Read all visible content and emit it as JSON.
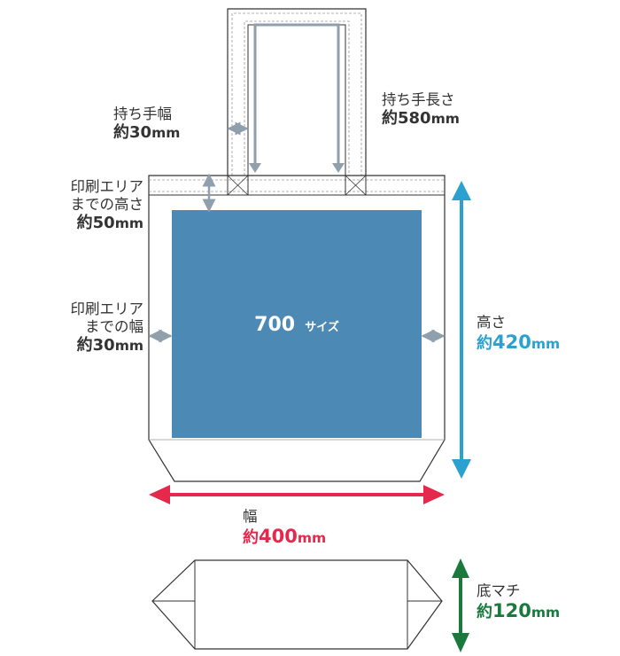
{
  "print_area": {
    "label": "700",
    "suffix": "サイズ",
    "color": "#4d89b5"
  },
  "handle_width": {
    "label": "持ち手幅",
    "prefix": "約",
    "value": "30",
    "unit": "mm"
  },
  "handle_length": {
    "label": "持ち手長さ",
    "prefix": "約",
    "value": "580",
    "unit": "mm"
  },
  "top_margin": {
    "label_line1": "印刷エリア",
    "label_line2": "までの高さ",
    "prefix": "約",
    "value": "50",
    "unit": "mm"
  },
  "side_margin": {
    "label_line1": "印刷エリア",
    "label_line2": "までの幅",
    "prefix": "約",
    "value": "30",
    "unit": "mm"
  },
  "height": {
    "label": "高さ",
    "prefix": "約",
    "value": "420",
    "unit": "mm",
    "color": "#2aa1cf"
  },
  "width": {
    "label": "幅",
    "prefix": "約",
    "value": "400",
    "unit": "mm",
    "color": "#e5294c"
  },
  "gusset": {
    "label": "底マチ",
    "prefix": "約",
    "value": "120",
    "unit": "mm",
    "color": "#1a7a3e"
  },
  "colors": {
    "outline": "#333333",
    "guide": "#8fa0ac",
    "stitch": "#999999"
  }
}
